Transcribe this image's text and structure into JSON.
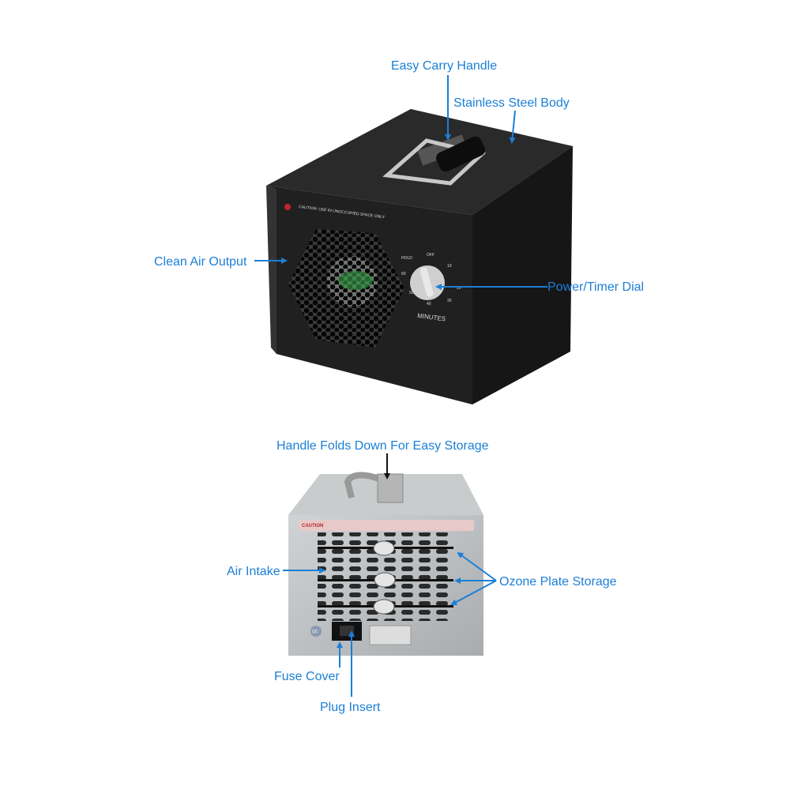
{
  "colors": {
    "callout": "#1b7fd6",
    "callout_text": "#1b7fd6",
    "device_top": "#1c1c1c",
    "device_bottom": "#b9bcbe"
  },
  "callouts": {
    "easy_carry_handle": "Easy Carry Handle",
    "stainless_steel_body": "Stainless Steel Body",
    "clean_air_output": "Clean Air Output",
    "power_timer_dial": "Power/Timer Dial",
    "handle_folds_down": "Handle Folds Down For Easy Storage",
    "air_intake": "Air Intake",
    "ozone_plate_storage": "Ozone Plate Storage",
    "fuse_cover": "Fuse Cover",
    "plug_insert": "Plug Insert"
  },
  "device_markings": {
    "caution_front": "CAUTION:  USE IN UNOCCUPIED SPACE ONLY",
    "hold": "HOLD",
    "off": "OFF",
    "minutes": "MINUTES",
    "dial_numbers": [
      "60",
      "50",
      "40",
      "30",
      "20",
      "10"
    ],
    "caution_back": "CAUTION",
    "qc": "QC"
  }
}
